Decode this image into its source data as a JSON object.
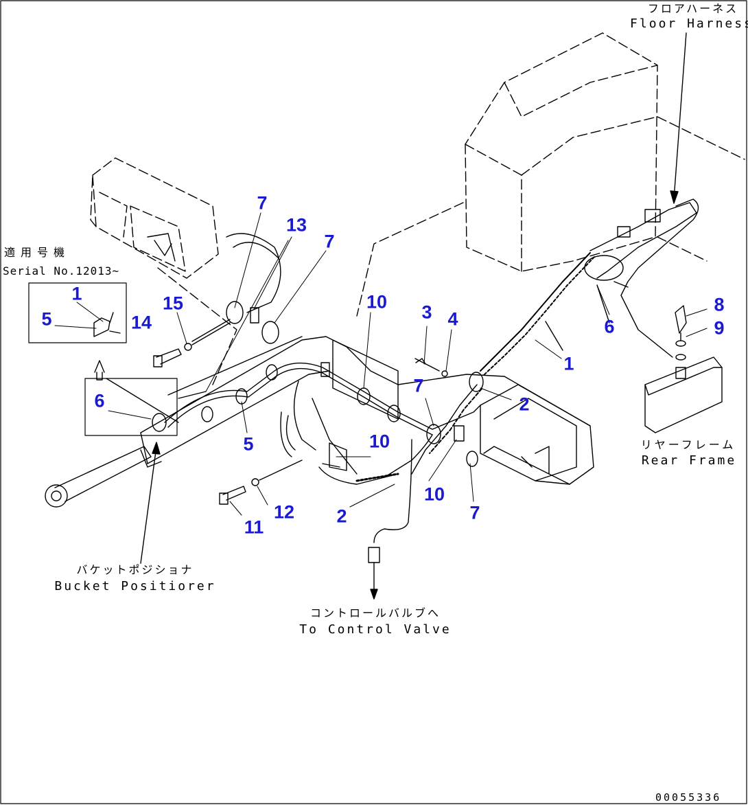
{
  "colors": {
    "callout": "#1a1ad0",
    "line": "#000000",
    "background": "#ffffff"
  },
  "labels": {
    "floor_harness_jp": "フロアハーネス",
    "floor_harness_en": "Floor Harness",
    "serial_jp": "適用号機",
    "serial_en": "Serial No.12013~",
    "rear_frame_jp": "リヤーフレーム",
    "rear_frame_en": "Rear Frame",
    "bucket_positioner_jp": "バケットポジショナ",
    "bucket_positioner_en": "Bucket Positiorer",
    "control_valve_jp": "コントロールバルブへ",
    "control_valve_en": "To Control Valve",
    "drawing_code": "00055336"
  },
  "callouts": [
    "7",
    "13",
    "7",
    "1",
    "5",
    "14",
    "15",
    "10",
    "3",
    "4",
    "8",
    "9",
    "6",
    "1",
    "6",
    "7",
    "2",
    "5",
    "10",
    "12",
    "11",
    "2",
    "10",
    "7"
  ]
}
